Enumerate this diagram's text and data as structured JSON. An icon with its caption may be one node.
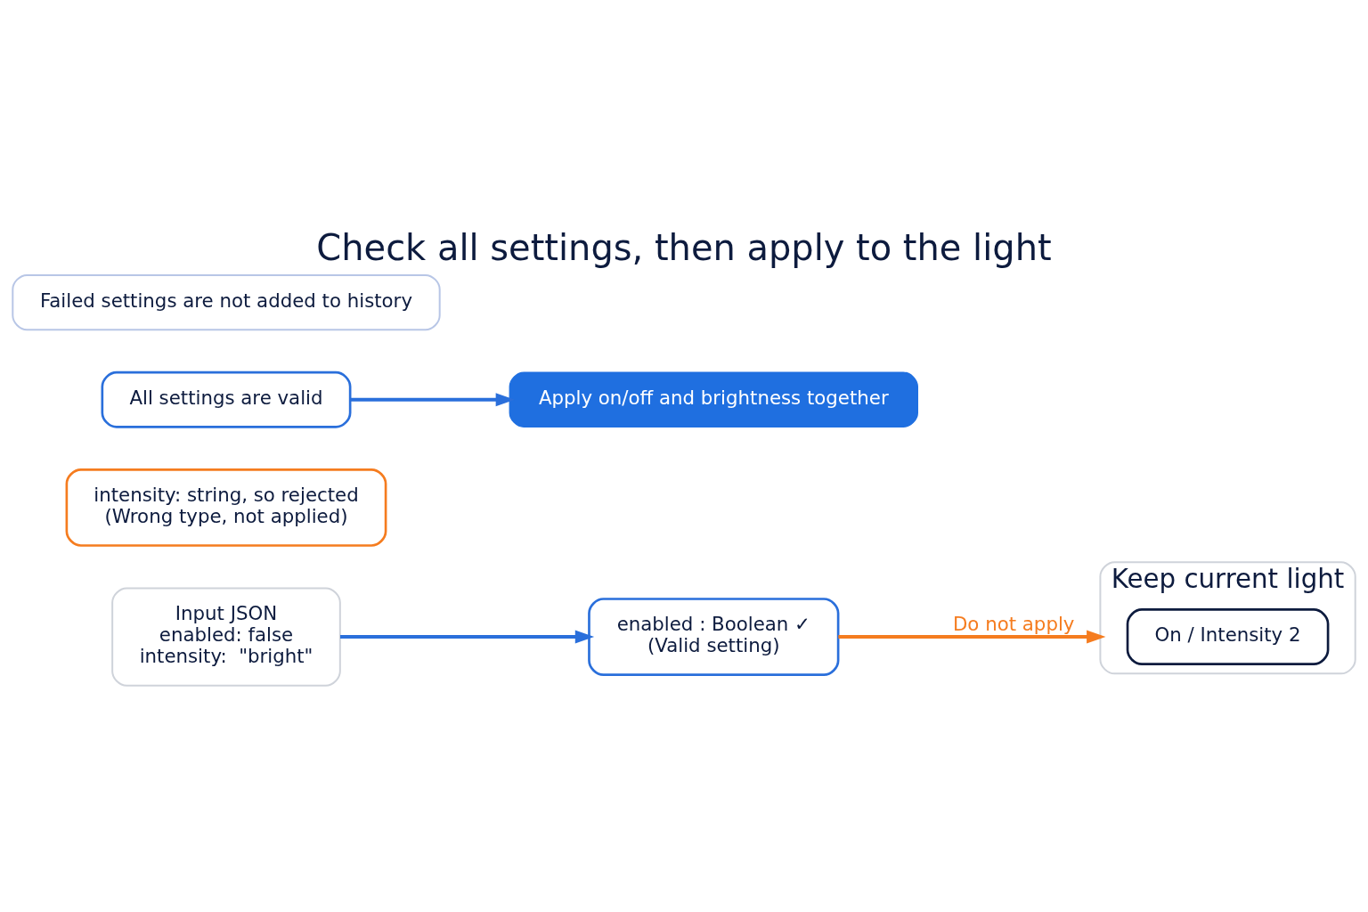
{
  "diagram": {
    "title": "Check all settings, then apply to the light",
    "nodes": [
      {
        "text": [
          "Input JSON",
          "enabled: false",
          "intensity:  \"bright\""
        ]
      },
      {
        "text": [
          "enabled : Boolean ✓",
          "(Valid setting)"
        ]
      },
      {
        "text": [
          "intensity: string, so rejected",
          "(Wrong type, not applied)"
        ]
      },
      {
        "text": [
          "Keep current light"
        ]
      },
      {
        "text": [
          "On / Intensity 2"
        ],
        "in": 3
      },
      {
        "text": [
          "All settings are valid"
        ]
      },
      {
        "text": [
          "Apply on/off and brightness together"
        ]
      },
      {
        "text": [
          "Failed settings are not added to history"
        ]
      }
    ],
    "edges": [
      {
        "from": 0,
        "to": 1,
        "arrow": "to"
      },
      {
        "from": 1,
        "to": 3,
        "arrow": "to",
        "label": "Do not apply",
        "color": "#f57c1f"
      },
      {
        "from": 5,
        "to": 6,
        "arrow": "to"
      }
    ]
  }
}
